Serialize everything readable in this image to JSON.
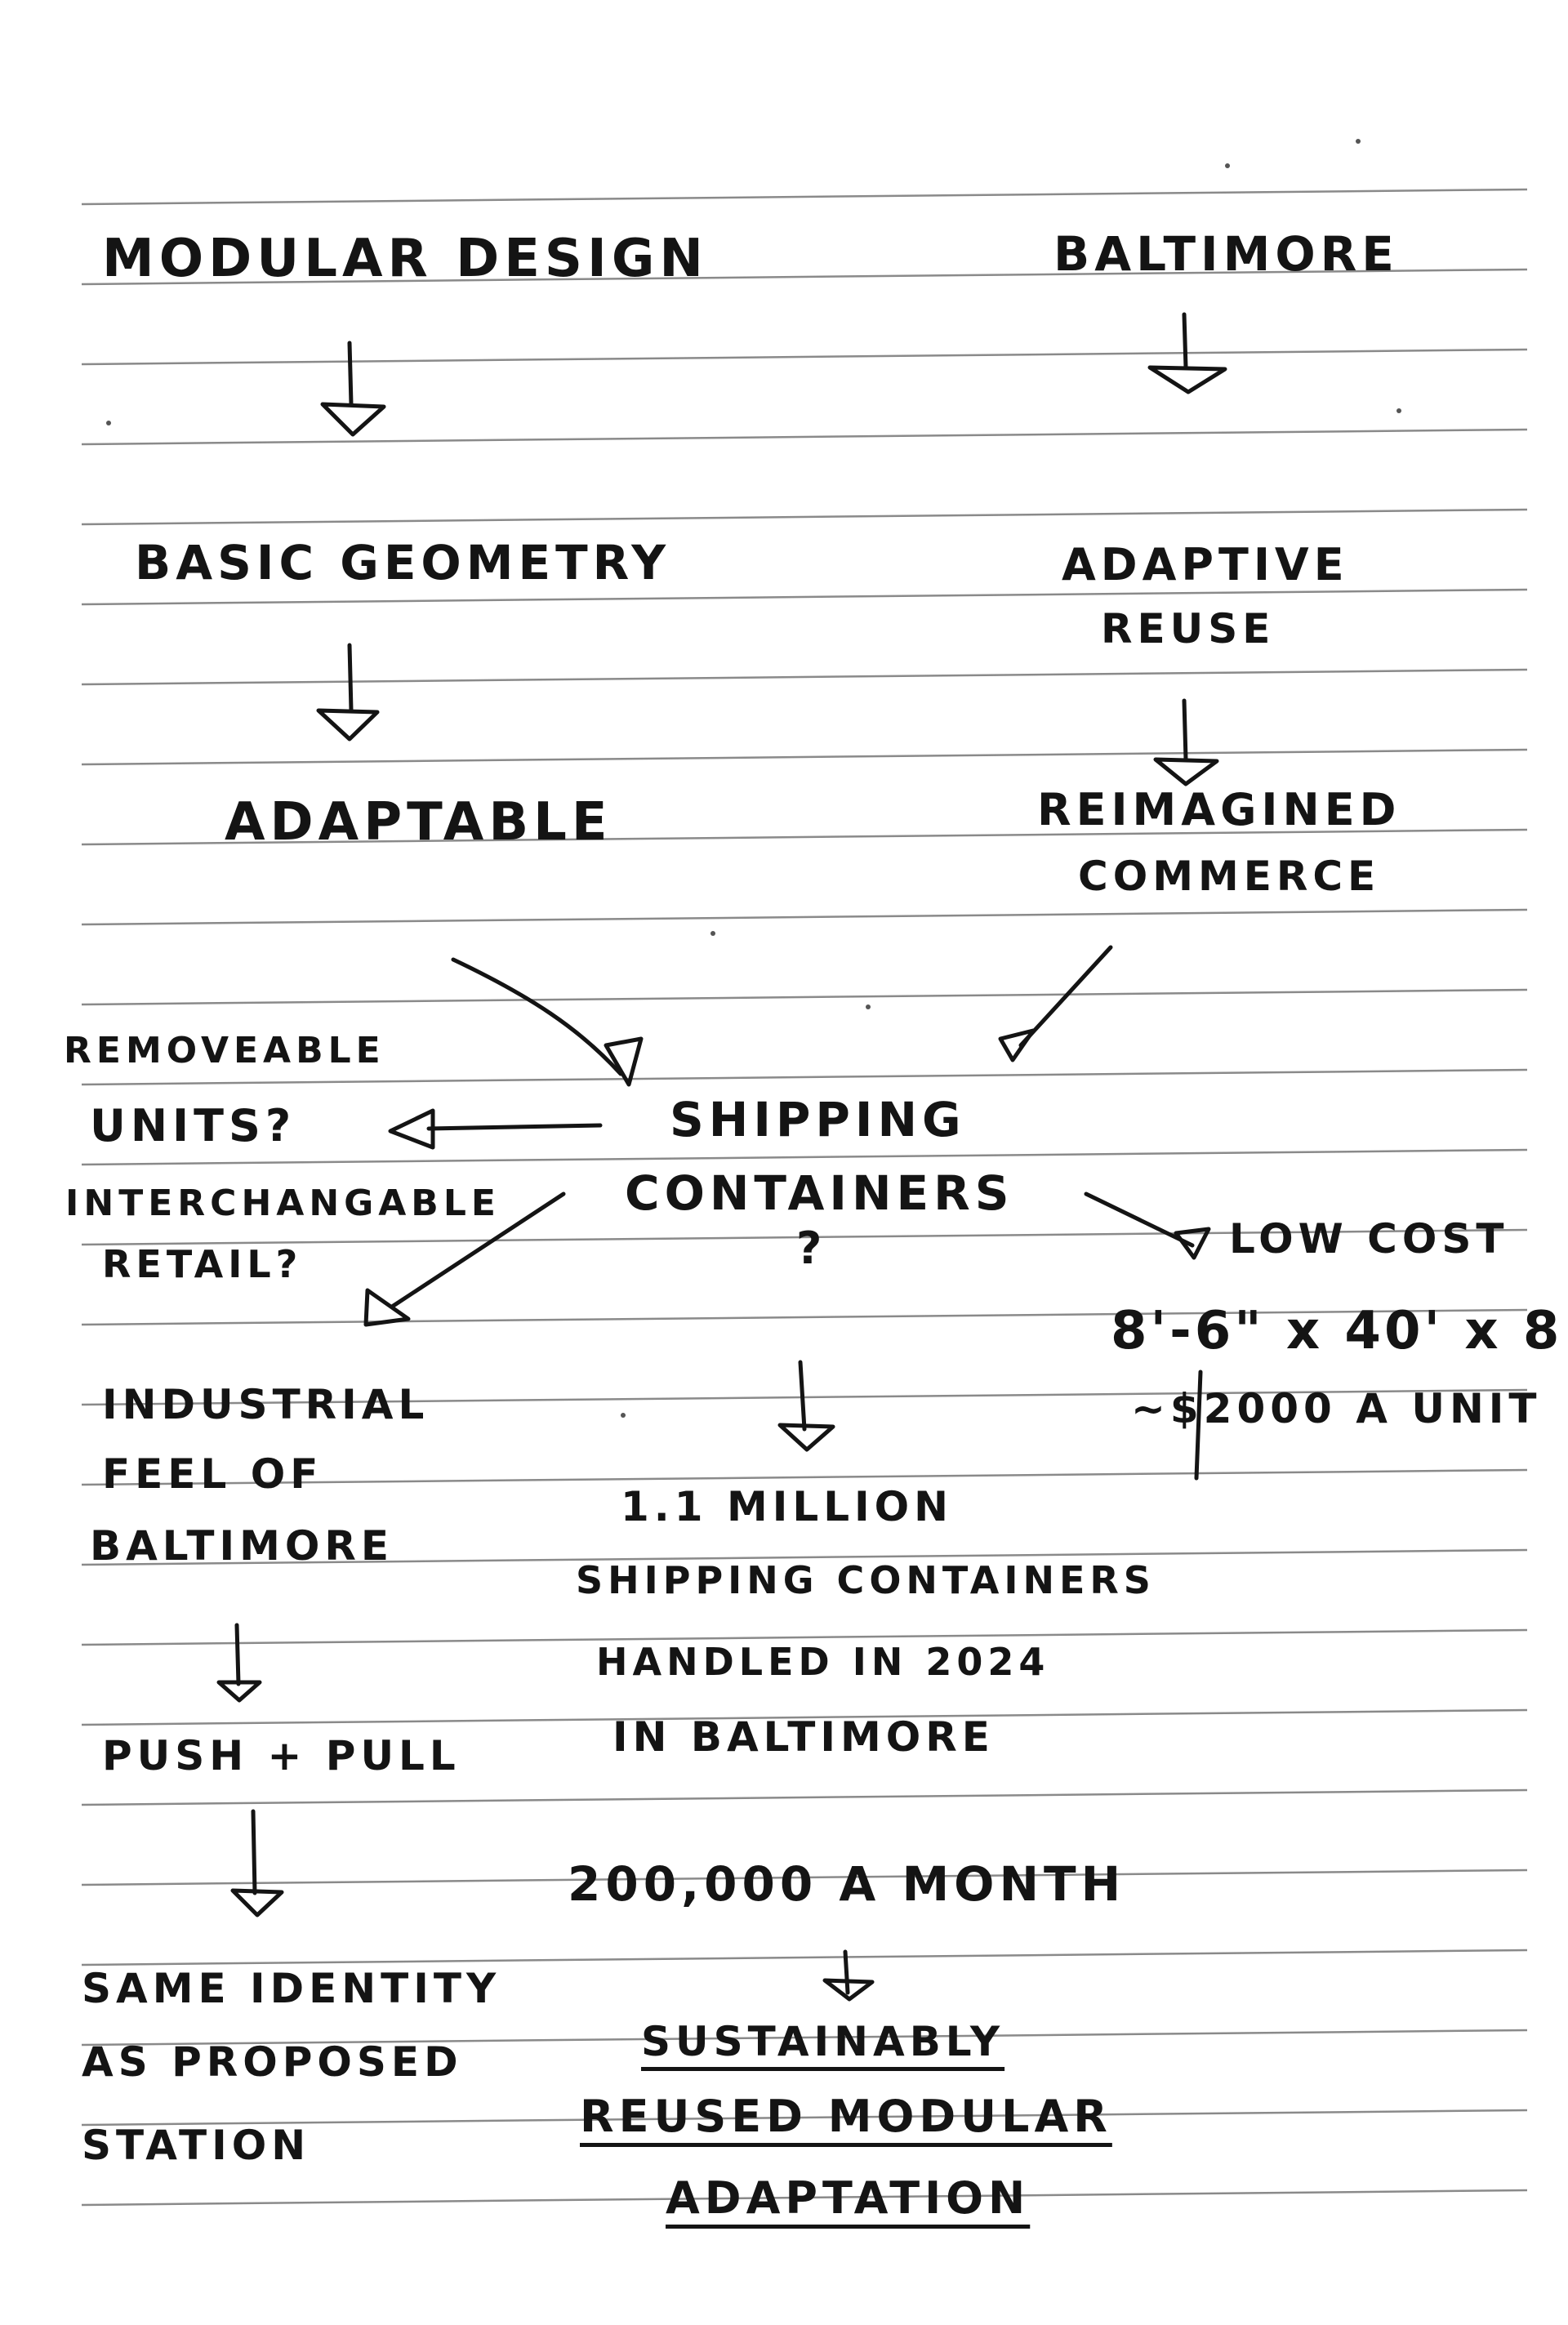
{
  "notes": {
    "left_column": {
      "modular_design": "MODULAR DESIGN",
      "basic_geometry": "BASIC GEOMETRY",
      "adaptable": "ADAPTABLE"
    },
    "right_column": {
      "baltimore": "BALTIMORE",
      "adaptive_line1": "ADAPTIVE",
      "adaptive_line2": "REUSE",
      "reimagined_line1": "REIMAGINED",
      "reimagined_line2": "COMMERCE"
    },
    "center": {
      "shipping_line1": "SHIPPING",
      "shipping_line2": "CONTAINERS",
      "question_mark": "?"
    },
    "left_branch": {
      "removeable_line1": "REMOVEABLE",
      "removeable_line2": "UNITS?",
      "interchangable_line1": "INTERCHANGABLE",
      "interchangable_line2": "RETAIL?",
      "industrial_line1": "INDUSTRIAL",
      "industrial_line2": "FEEL OF",
      "industrial_line3": "BALTIMORE",
      "push_pull": "PUSH + PULL",
      "identity_line1": "SAME IDENTITY",
      "identity_line2": "AS PROPOSED",
      "identity_line3": "STATION"
    },
    "right_branch": {
      "low_cost": "LOW COST",
      "dimensions": "8'-6\" x 40' x 8",
      "price": "~$2000 A UNIT"
    },
    "bottom_center": {
      "stat_line1": "1.1 MILLION",
      "stat_line2": "SHIPPING CONTAINERS",
      "stat_line3": "HANDLED IN 2024",
      "stat_line4": "IN BALTIMORE",
      "per_month": "200,000 A MONTH",
      "conclusion_line1": "SUSTAINABLY",
      "conclusion_line2": "REUSED MODULAR",
      "conclusion_line3": "ADAPTATION"
    }
  }
}
